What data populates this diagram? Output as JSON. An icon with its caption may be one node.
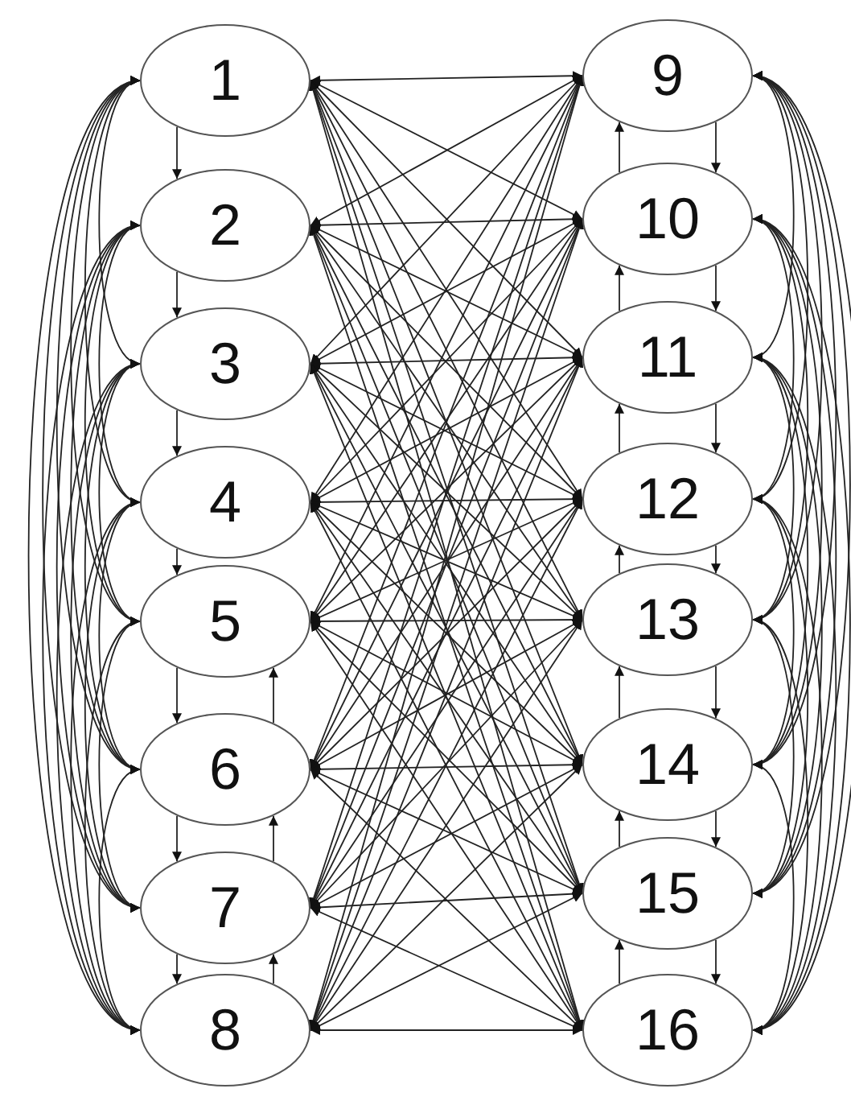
{
  "diagram": {
    "nodes": [
      {
        "text": [
          "1"
        ]
      },
      {
        "text": [
          "2"
        ]
      },
      {
        "text": [
          "3"
        ]
      },
      {
        "text": [
          "4"
        ]
      },
      {
        "text": [
          "5"
        ]
      },
      {
        "text": [
          "6"
        ]
      },
      {
        "text": [
          "7"
        ]
      },
      {
        "text": [
          "8"
        ]
      },
      {
        "text": [
          "9"
        ]
      },
      {
        "text": [
          "10"
        ]
      },
      {
        "text": [
          "11"
        ]
      },
      {
        "text": [
          "12"
        ]
      },
      {
        "text": [
          "13"
        ]
      },
      {
        "text": [
          "14"
        ]
      },
      {
        "text": [
          "15"
        ]
      },
      {
        "text": [
          "16"
        ]
      }
    ],
    "edges": [
      {
        "from": 0,
        "to": 1,
        "arrow": "to"
      },
      {
        "from": 1,
        "to": 2,
        "arrow": "to"
      },
      {
        "from": 2,
        "to": 3,
        "arrow": "to"
      },
      {
        "from": 3,
        "to": 4,
        "arrow": "to"
      },
      {
        "from": 4,
        "to": 5,
        "arrow": "to"
      },
      {
        "from": 5,
        "to": 6,
        "arrow": "to"
      },
      {
        "from": 6,
        "to": 7,
        "arrow": "to"
      },
      {
        "from": 5,
        "to": 4,
        "arrow": "to"
      },
      {
        "from": 6,
        "to": 5,
        "arrow": "to"
      },
      {
        "from": 7,
        "to": 6,
        "arrow": "to"
      },
      {
        "from": 8,
        "to": 9,
        "arrow": "to"
      },
      {
        "from": 9,
        "to": 10,
        "arrow": "to"
      },
      {
        "from": 10,
        "to": 11,
        "arrow": "to"
      },
      {
        "from": 11,
        "to": 12,
        "arrow": "to"
      },
      {
        "from": 12,
        "to": 13,
        "arrow": "to"
      },
      {
        "from": 13,
        "to": 14,
        "arrow": "to"
      },
      {
        "from": 14,
        "to": 15,
        "arrow": "to"
      },
      {
        "from": 9,
        "to": 8,
        "arrow": "to"
      },
      {
        "from": 10,
        "to": 9,
        "arrow": "to"
      },
      {
        "from": 11,
        "to": 10,
        "arrow": "to"
      },
      {
        "from": 12,
        "to": 11,
        "arrow": "to"
      },
      {
        "from": 13,
        "to": 12,
        "arrow": "to"
      },
      {
        "from": 14,
        "to": 13,
        "arrow": "to"
      },
      {
        "from": 15,
        "to": 14,
        "arrow": "to"
      },
      {
        "from": 0,
        "to": 8,
        "arrow": "both"
      },
      {
        "from": 0,
        "to": 9,
        "arrow": "both"
      },
      {
        "from": 0,
        "to": 10,
        "arrow": "both"
      },
      {
        "from": 0,
        "to": 11,
        "arrow": "both"
      },
      {
        "from": 0,
        "to": 12,
        "arrow": "both"
      },
      {
        "from": 0,
        "to": 13,
        "arrow": "both"
      },
      {
        "from": 0,
        "to": 14,
        "arrow": "both"
      },
      {
        "from": 0,
        "to": 15,
        "arrow": "both"
      },
      {
        "from": 1,
        "to": 8,
        "arrow": "both"
      },
      {
        "from": 1,
        "to": 9,
        "arrow": "both"
      },
      {
        "from": 1,
        "to": 10,
        "arrow": "both"
      },
      {
        "from": 1,
        "to": 11,
        "arrow": "both"
      },
      {
        "from": 1,
        "to": 12,
        "arrow": "both"
      },
      {
        "from": 1,
        "to": 13,
        "arrow": "both"
      },
      {
        "from": 1,
        "to": 14,
        "arrow": "both"
      },
      {
        "from": 1,
        "to": 15,
        "arrow": "both"
      },
      {
        "from": 2,
        "to": 8,
        "arrow": "both"
      },
      {
        "from": 2,
        "to": 9,
        "arrow": "both"
      },
      {
        "from": 2,
        "to": 10,
        "arrow": "both"
      },
      {
        "from": 2,
        "to": 11,
        "arrow": "both"
      },
      {
        "from": 2,
        "to": 12,
        "arrow": "both"
      },
      {
        "from": 2,
        "to": 13,
        "arrow": "both"
      },
      {
        "from": 2,
        "to": 14,
        "arrow": "both"
      },
      {
        "from": 2,
        "to": 15,
        "arrow": "both"
      },
      {
        "from": 3,
        "to": 8,
        "arrow": "both"
      },
      {
        "from": 3,
        "to": 9,
        "arrow": "both"
      },
      {
        "from": 3,
        "to": 10,
        "arrow": "both"
      },
      {
        "from": 3,
        "to": 11,
        "arrow": "both"
      },
      {
        "from": 3,
        "to": 12,
        "arrow": "both"
      },
      {
        "from": 3,
        "to": 13,
        "arrow": "both"
      },
      {
        "from": 3,
        "to": 14,
        "arrow": "both"
      },
      {
        "from": 3,
        "to": 15,
        "arrow": "both"
      },
      {
        "from": 4,
        "to": 8,
        "arrow": "both"
      },
      {
        "from": 4,
        "to": 9,
        "arrow": "both"
      },
      {
        "from": 4,
        "to": 10,
        "arrow": "both"
      },
      {
        "from": 4,
        "to": 11,
        "arrow": "both"
      },
      {
        "from": 4,
        "to": 12,
        "arrow": "both"
      },
      {
        "from": 4,
        "to": 13,
        "arrow": "both"
      },
      {
        "from": 4,
        "to": 14,
        "arrow": "both"
      },
      {
        "from": 4,
        "to": 15,
        "arrow": "both"
      },
      {
        "from": 5,
        "to": 8,
        "arrow": "both"
      },
      {
        "from": 5,
        "to": 9,
        "arrow": "both"
      },
      {
        "from": 5,
        "to": 10,
        "arrow": "both"
      },
      {
        "from": 5,
        "to": 11,
        "arrow": "both"
      },
      {
        "from": 5,
        "to": 12,
        "arrow": "both"
      },
      {
        "from": 5,
        "to": 13,
        "arrow": "both"
      },
      {
        "from": 5,
        "to": 14,
        "arrow": "both"
      },
      {
        "from": 5,
        "to": 15,
        "arrow": "both"
      },
      {
        "from": 6,
        "to": 8,
        "arrow": "both"
      },
      {
        "from": 6,
        "to": 9,
        "arrow": "both"
      },
      {
        "from": 6,
        "to": 10,
        "arrow": "both"
      },
      {
        "from": 6,
        "to": 11,
        "arrow": "both"
      },
      {
        "from": 6,
        "to": 12,
        "arrow": "both"
      },
      {
        "from": 6,
        "to": 13,
        "arrow": "both"
      },
      {
        "from": 6,
        "to": 14,
        "arrow": "both"
      },
      {
        "from": 6,
        "to": 15,
        "arrow": "both"
      },
      {
        "from": 7,
        "to": 8,
        "arrow": "both"
      },
      {
        "from": 7,
        "to": 9,
        "arrow": "both"
      },
      {
        "from": 7,
        "to": 10,
        "arrow": "both"
      },
      {
        "from": 7,
        "to": 11,
        "arrow": "both"
      },
      {
        "from": 7,
        "to": 12,
        "arrow": "both"
      },
      {
        "from": 7,
        "to": 13,
        "arrow": "both"
      },
      {
        "from": 7,
        "to": 14,
        "arrow": "both"
      },
      {
        "from": 7,
        "to": 15,
        "arrow": "both"
      },
      {
        "from": 0,
        "to": 2,
        "arrow": "both"
      },
      {
        "from": 0,
        "to": 3,
        "arrow": "both"
      },
      {
        "from": 0,
        "to": 4,
        "arrow": "both"
      },
      {
        "from": 0,
        "to": 5,
        "arrow": "both"
      },
      {
        "from": 0,
        "to": 6,
        "arrow": "both"
      },
      {
        "from": 0,
        "to": 7,
        "arrow": "both"
      },
      {
        "from": 1,
        "to": 3,
        "arrow": "both"
      },
      {
        "from": 1,
        "to": 4,
        "arrow": "both"
      },
      {
        "from": 1,
        "to": 5,
        "arrow": "both"
      },
      {
        "from": 1,
        "to": 6,
        "arrow": "both"
      },
      {
        "from": 1,
        "to": 7,
        "arrow": "both"
      },
      {
        "from": 2,
        "to": 4,
        "arrow": "both"
      },
      {
        "from": 2,
        "to": 5,
        "arrow": "both"
      },
      {
        "from": 2,
        "to": 6,
        "arrow": "both"
      },
      {
        "from": 2,
        "to": 7,
        "arrow": "both"
      },
      {
        "from": 3,
        "to": 5,
        "arrow": "both"
      },
      {
        "from": 3,
        "to": 6,
        "arrow": "both"
      },
      {
        "from": 3,
        "to": 7,
        "arrow": "both"
      },
      {
        "from": 4,
        "to": 6,
        "arrow": "both"
      },
      {
        "from": 4,
        "to": 7,
        "arrow": "both"
      },
      {
        "from": 5,
        "to": 7,
        "arrow": "both"
      },
      {
        "from": 8,
        "to": 10,
        "arrow": "both"
      },
      {
        "from": 8,
        "to": 11,
        "arrow": "both"
      },
      {
        "from": 8,
        "to": 12,
        "arrow": "both"
      },
      {
        "from": 8,
        "to": 13,
        "arrow": "both"
      },
      {
        "from": 8,
        "to": 14,
        "arrow": "both"
      },
      {
        "from": 8,
        "to": 15,
        "arrow": "both"
      },
      {
        "from": 9,
        "to": 11,
        "arrow": "both"
      },
      {
        "from": 9,
        "to": 12,
        "arrow": "both"
      },
      {
        "from": 9,
        "to": 13,
        "arrow": "both"
      },
      {
        "from": 9,
        "to": 14,
        "arrow": "both"
      },
      {
        "from": 9,
        "to": 15,
        "arrow": "both"
      },
      {
        "from": 10,
        "to": 12,
        "arrow": "both"
      },
      {
        "from": 10,
        "to": 13,
        "arrow": "both"
      },
      {
        "from": 10,
        "to": 14,
        "arrow": "both"
      },
      {
        "from": 10,
        "to": 15,
        "arrow": "both"
      },
      {
        "from": 11,
        "to": 13,
        "arrow": "both"
      },
      {
        "from": 11,
        "to": 14,
        "arrow": "both"
      },
      {
        "from": 11,
        "to": 15,
        "arrow": "both"
      },
      {
        "from": 12,
        "to": 14,
        "arrow": "both"
      },
      {
        "from": 12,
        "to": 15,
        "arrow": "both"
      },
      {
        "from": 13,
        "to": 15,
        "arrow": "both"
      }
    ]
  }
}
